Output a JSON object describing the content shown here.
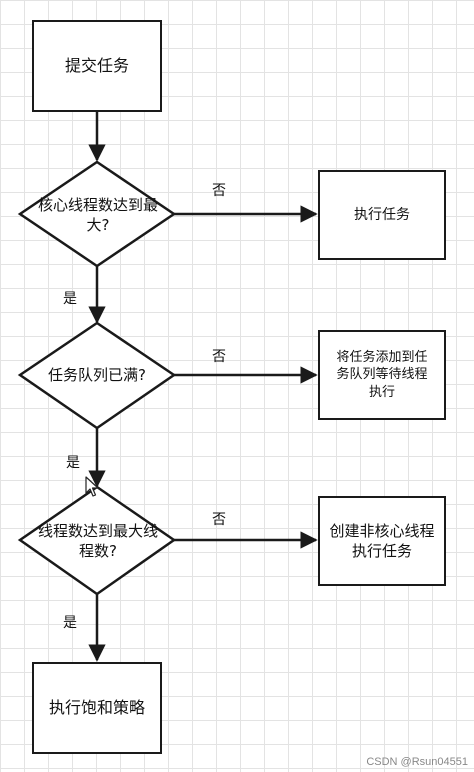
{
  "nodes": {
    "submit": "提交任务",
    "core_max": "核心线程数达到最大?",
    "run_task": "执行任务",
    "queue_full": "任务队列已满?",
    "enqueue": "将任务添加到任务队列等待线程执行",
    "thread_max": "线程数达到最大线程数?",
    "create_thread": "创建非核心线程执行任务",
    "reject": "执行饱和策略"
  },
  "edges": {
    "no_1": "否",
    "yes_1": "是",
    "no_2": "否",
    "yes_2": "是",
    "no_3": "否",
    "yes_3": "是"
  },
  "watermark": "CSDN @Rsun04551"
}
